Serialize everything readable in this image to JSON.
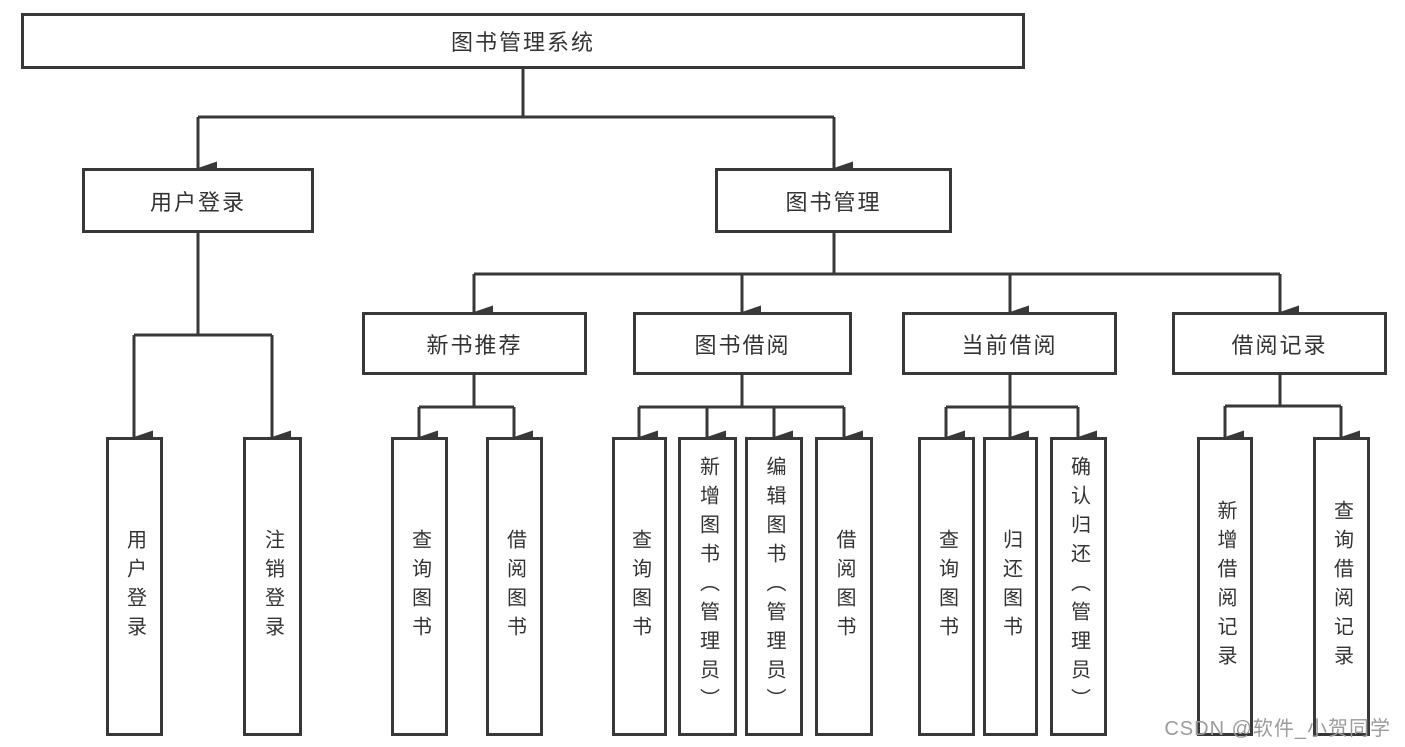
{
  "colors": {
    "line": "#383838",
    "text": "#333333",
    "watermark": "#9b9b9b",
    "background": "#ffffff"
  },
  "watermark": "CSDN @软件_小贺同学",
  "tree": {
    "label": "图书管理系统",
    "children": [
      {
        "label": "用户登录",
        "children": [
          {
            "label": "用户登录"
          },
          {
            "label": "注销登录"
          }
        ]
      },
      {
        "label": "图书管理",
        "children": [
          {
            "label": "新书推荐",
            "children": [
              {
                "label": "查询图书"
              },
              {
                "label": "借阅图书"
              }
            ]
          },
          {
            "label": "图书借阅",
            "children": [
              {
                "label": "查询图书"
              },
              {
                "label": "新增图书（管理员）"
              },
              {
                "label": "编辑图书（管理员）"
              },
              {
                "label": "借阅图书"
              }
            ]
          },
          {
            "label": "当前借阅",
            "children": [
              {
                "label": "查询图书"
              },
              {
                "label": "归还图书"
              },
              {
                "label": "确认归还（管理员）"
              }
            ]
          },
          {
            "label": "借阅记录",
            "children": [
              {
                "label": "新增借阅记录"
              },
              {
                "label": "查询借阅记录"
              }
            ]
          }
        ]
      }
    ]
  }
}
